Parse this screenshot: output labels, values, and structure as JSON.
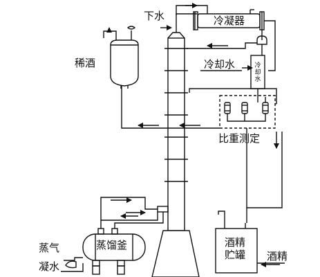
{
  "labels": {
    "down_water": "下水",
    "condenser": "冷凝器",
    "dilute_wine": "稀酒",
    "cooling_water": "冷却水",
    "cooling_water_vertical": "冷却水",
    "density_measurement": "比重测定",
    "still_pot": "蒸馏釜",
    "steam": "蒸气",
    "condensate_water": "凝水",
    "alcohol_tank": "酒精贮罐",
    "alcohol_out": "酒精"
  },
  "colors": {
    "line": "#111111",
    "background": "#ffffff"
  }
}
